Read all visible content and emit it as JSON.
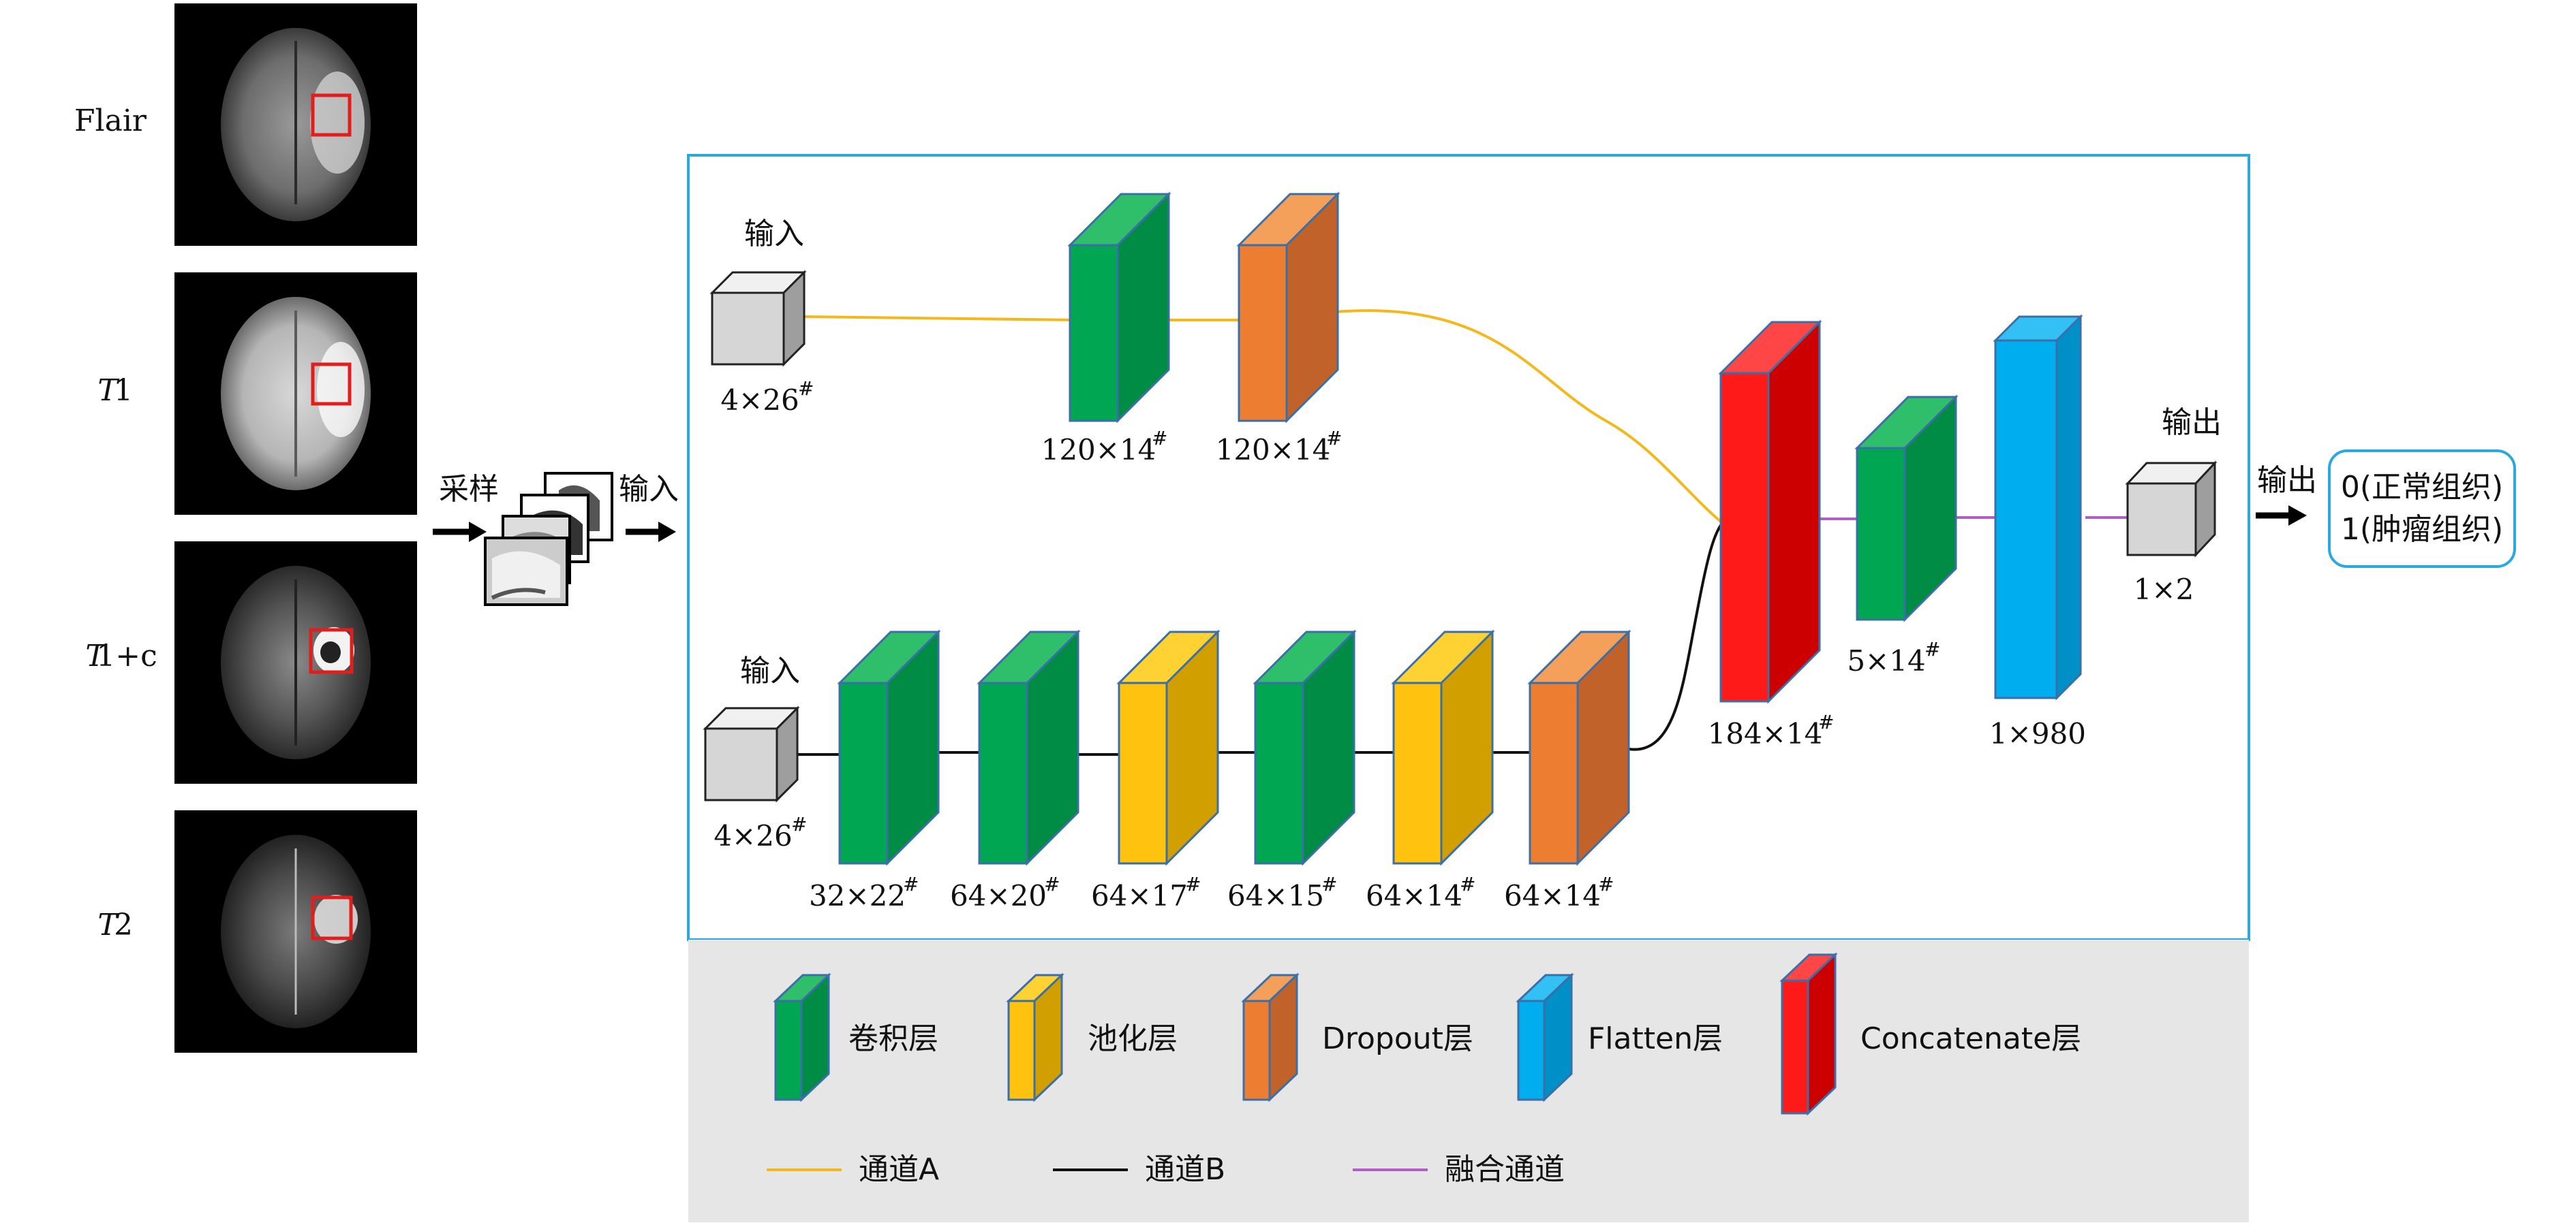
{
  "modalities": [
    {
      "name": "Flair"
    },
    {
      "name": "T",
      "sub": "1"
    },
    {
      "name": "T",
      "sub": "1+c"
    },
    {
      "name": "T",
      "sub": "2"
    }
  ],
  "flow": {
    "sample_label": "采样",
    "input_label": "输入",
    "output_label": "输出"
  },
  "network": {
    "path_a": {
      "input_label": "输入",
      "input_dim": "4×26",
      "layers": [
        {
          "type": "conv",
          "dim": "120×14"
        },
        {
          "type": "dropout",
          "dim": "120×14"
        }
      ]
    },
    "path_b": {
      "input_label": "输入",
      "input_dim": "4×26",
      "layers": [
        {
          "type": "conv",
          "dim": "32×22"
        },
        {
          "type": "conv",
          "dim": "64×20"
        },
        {
          "type": "pool",
          "dim": "64×17"
        },
        {
          "type": "conv",
          "dim": "64×15"
        },
        {
          "type": "pool",
          "dim": "64×14"
        },
        {
          "type": "dropout",
          "dim": "64×14"
        }
      ]
    },
    "merge": [
      {
        "type": "concat",
        "dim": "184×14"
      },
      {
        "type": "conv",
        "dim": "5×14"
      },
      {
        "type": "flatten",
        "dim": "1×980"
      }
    ],
    "output": {
      "label": "输出",
      "dim": "1×2"
    },
    "dim_superscript": "#"
  },
  "result": {
    "line1": "0(正常组织)",
    "line2": "1(肿瘤组织)"
  },
  "legend": {
    "layers": [
      {
        "type": "conv",
        "label": "卷积层"
      },
      {
        "type": "pool",
        "label": "池化层"
      },
      {
        "type": "dropout",
        "label": "Dropout层"
      },
      {
        "type": "flatten",
        "label": "Flatten层"
      },
      {
        "type": "concat",
        "label": "Concatenate层"
      }
    ],
    "lines": [
      {
        "label": "通道A",
        "color": "#f5b81c"
      },
      {
        "label": "通道B",
        "color": "#111111"
      },
      {
        "label": "融合通道",
        "color": "#b35dc9"
      }
    ]
  },
  "colors": {
    "conv": [
      "#2fbf6b",
      "#00a651",
      "#008c44"
    ],
    "pool": [
      "#ffd233",
      "#ffc20e",
      "#d29f00"
    ],
    "dropout": [
      "#f5a05a",
      "#ed7d31",
      "#c0622a"
    ],
    "flatten": [
      "#33c1f5",
      "#00aeef",
      "#0090c8"
    ],
    "concat": [
      "#ff4646",
      "#ff1a1a",
      "#cc0000"
    ],
    "box_border": "#29a9e0",
    "legend_bg": "#e6e6e6"
  }
}
